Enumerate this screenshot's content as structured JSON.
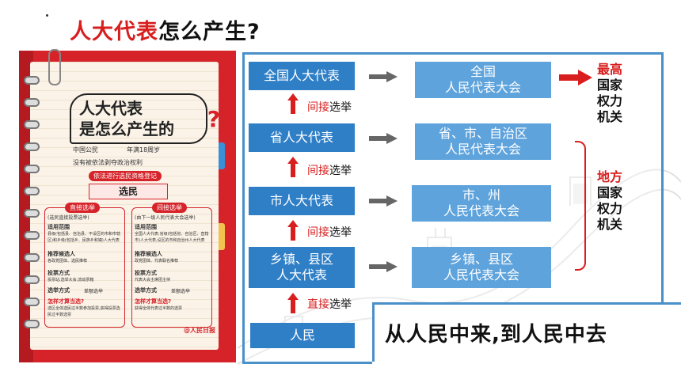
{
  "title": {
    "red": "人大代表",
    "black": "怎么产生?"
  },
  "poster": {
    "title_line1": "人大代表",
    "title_line2": "是怎么产生的",
    "qmark": "?",
    "line1a": "中国公民",
    "line1b": "年满18周岁",
    "line2": "没有被依法剥夺政治权利",
    "register": "依法进行选民资格登记",
    "voter": "选民",
    "direct_label": "直接选举",
    "indirect_label": "间接选举",
    "direct_sub": "(选民直接投票选举)",
    "indirect_sub": "(由下一级人民代表大会选举)",
    "direct_scope_title": "适用范围",
    "direct_scope": "县级(包括县、自治县、不设区的市和市辖区)和乡级(包括乡、民族乡和镇)人大代表",
    "indirect_scope_title": "适用范围",
    "indirect_scope": "全国人大代表,省级(包括省、自治区、直辖市)人大代表,设区的市和自治州人大代表",
    "direct_nom_title": "推荐候选人",
    "direct_nom": "各政党团体、选民推荐",
    "indirect_nom_title": "推荐候选人",
    "indirect_nom": "政党团体、代表联名推荐",
    "direct_vote_title": "投票方式",
    "direct_vote": "投票站;选举大会;流动票箱",
    "indirect_vote_title": "投票方式",
    "indirect_vote": "代表大会主席团主持",
    "direct_method_title": "选举方式",
    "direct_method": "差额选举",
    "indirect_method_title": "选举方式",
    "indirect_method": "差额选举",
    "direct_win_title": "怎样才算当选?",
    "direct_win": "选区全体选民过半数参加投票,获得投票选民过半数选票",
    "indirect_win_title": "怎样才算当选?",
    "indirect_win": "获得全体代表过半数的选票",
    "logo": "@人民日报"
  },
  "diagram": {
    "reps": [
      "全国人大代表",
      "省人大代表",
      "市人大代表",
      "乡镇、县区\n人大代表",
      "人民"
    ],
    "congresses": [
      "全国\n人民代表大会",
      "省、市、自治区\n人民代表大会",
      "市、州\n人民代表大会",
      "乡镇、县区\n人民代表大会"
    ],
    "elections": [
      {
        "type": "间接",
        "suffix": "选举"
      },
      {
        "type": "间接",
        "suffix": "选举"
      },
      {
        "type": "间接",
        "suffix": "选举"
      },
      {
        "type": "直接",
        "suffix": "选举"
      }
    ],
    "highest": {
      "red": "最高",
      "rest": [
        "国家",
        "权力",
        "机关"
      ]
    },
    "local": {
      "red": "地方",
      "rest": [
        "国家",
        "权力",
        "机关"
      ]
    },
    "slogan": "从人民中来,到人民中去"
  },
  "colors": {
    "accent_red": "#d81e1e",
    "node_blue": "#2f7fc7",
    "node_light_blue": "#5ea3dc",
    "frame_blue": "#4a90c9",
    "poster_red": "#d6232a"
  }
}
